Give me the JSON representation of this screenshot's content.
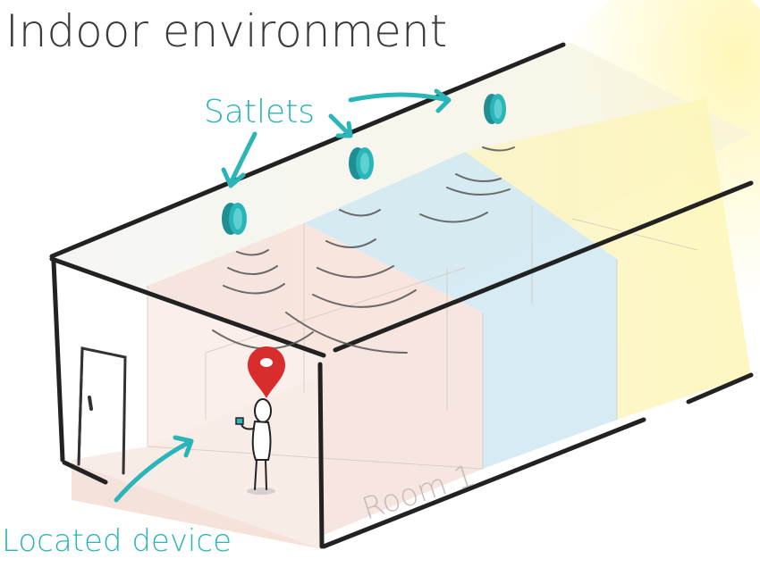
{
  "title": "Indoor environment",
  "labels": {
    "satlets": "Satlets",
    "located_device": "Located device",
    "room": "Room 1"
  },
  "colors": {
    "teal": "#2ab5b8",
    "pin": "#d92c2c",
    "room_pink": "#f6e3dc",
    "room_blue": "#d2e9f2",
    "room_yellow": "#fbf5c8",
    "outline": "#222222"
  }
}
